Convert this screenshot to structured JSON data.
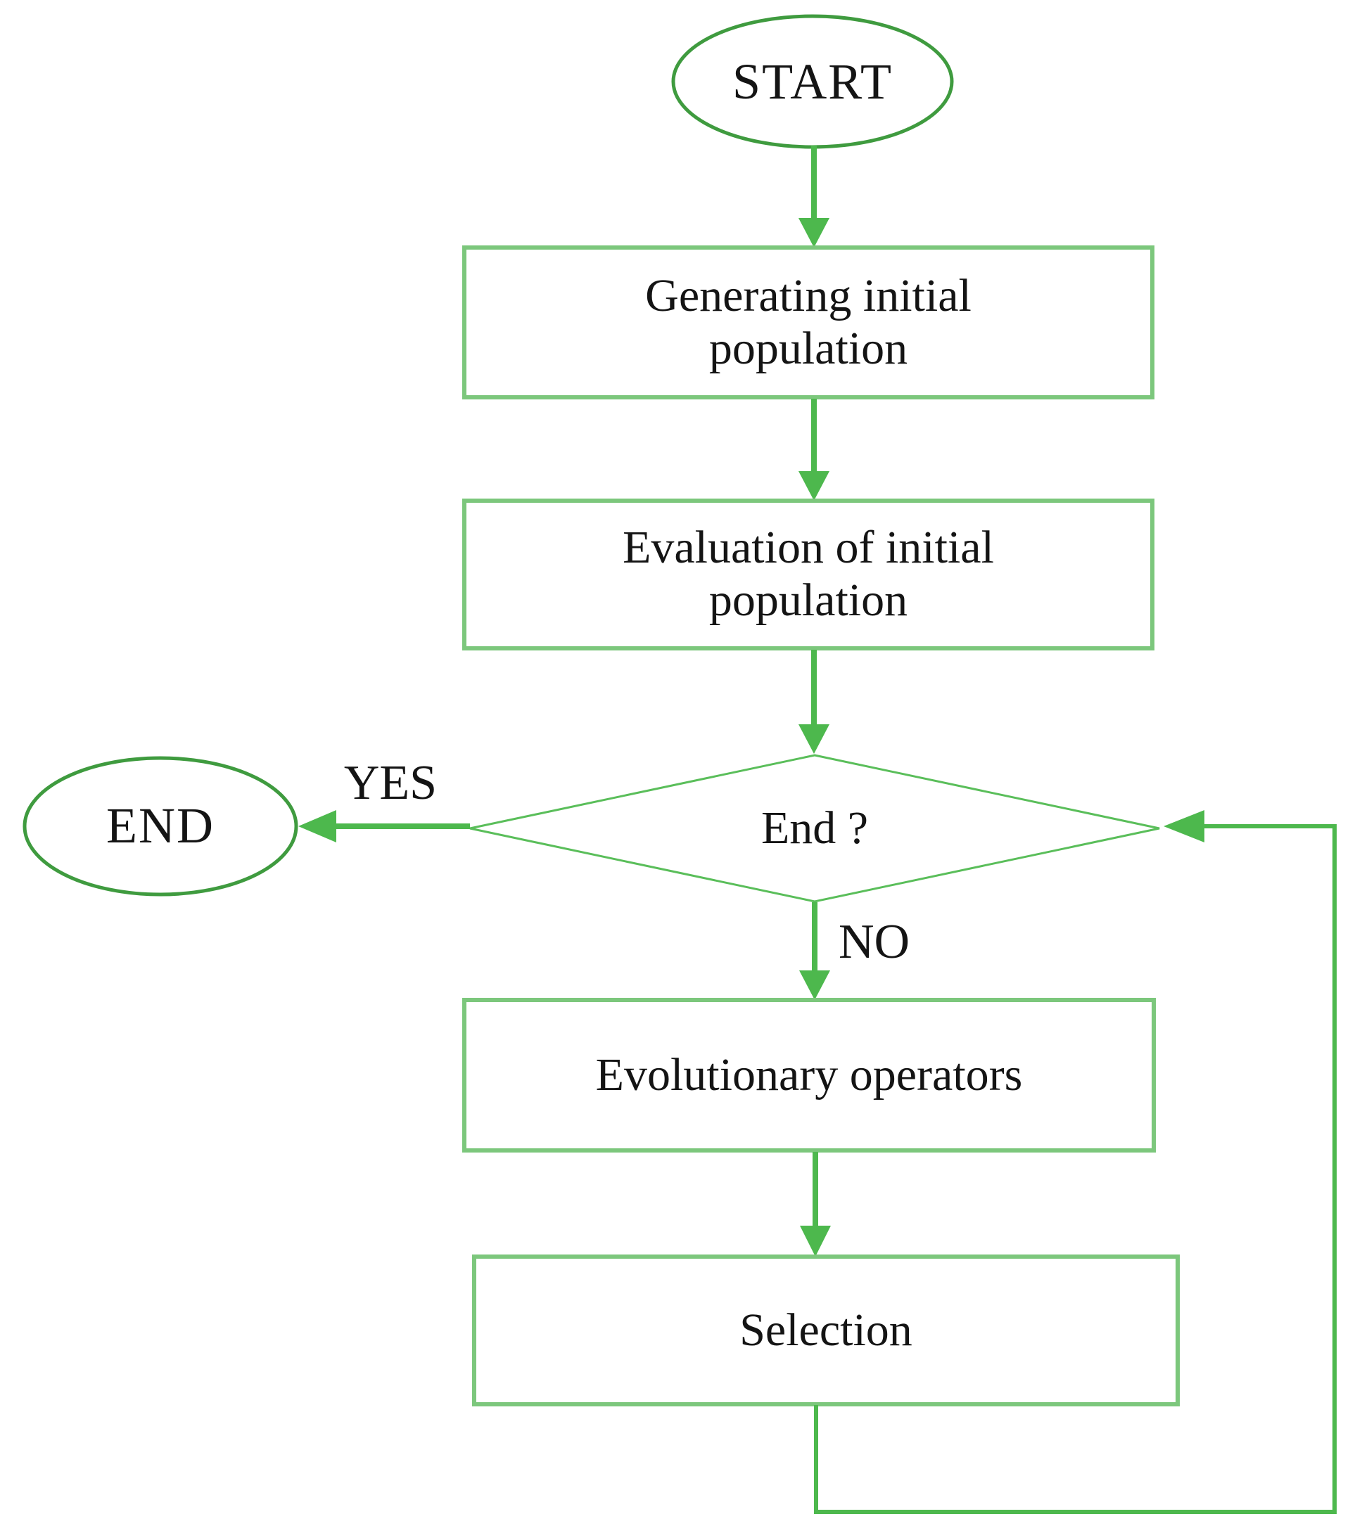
{
  "colors": {
    "connector": "#4db84d",
    "process_border": "#7cc77c",
    "terminator_border": "#3f9b3f",
    "decision_border": "#5abe5a",
    "text": "#141414",
    "background": "#ffffff"
  },
  "nodes": {
    "start": {
      "label": "START"
    },
    "generate": {
      "label": "Generating initial\npopulation"
    },
    "evaluate": {
      "label": "Evaluation of initial\npopulation"
    },
    "decision": {
      "label": "End ?"
    },
    "end": {
      "label": "END"
    },
    "operators": {
      "label": "Evolutionary operators"
    },
    "selection": {
      "label": "Selection"
    }
  },
  "edges": {
    "yes_label": "YES",
    "no_label": "NO"
  }
}
